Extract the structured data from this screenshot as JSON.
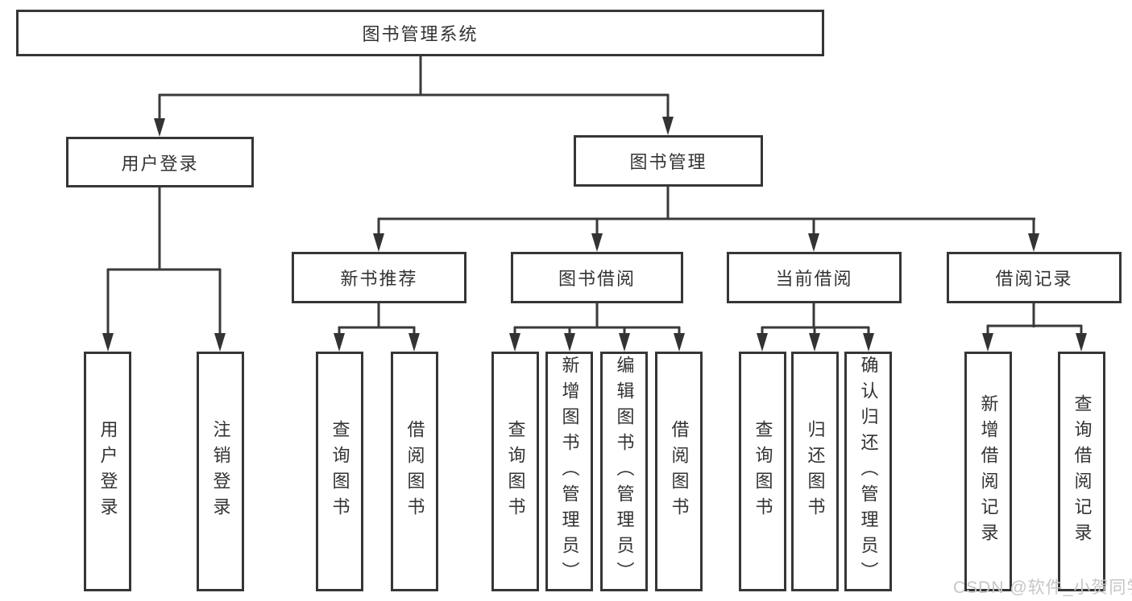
{
  "title": "图书管理系统",
  "level2": {
    "user_login": "用户登录",
    "book_management": "图书管理"
  },
  "level3": {
    "new_book_recommend": "新书推荐",
    "book_borrowing": "图书借阅",
    "current_borrowing": "当前借阅",
    "borrowing_records": "借阅记录"
  },
  "leaves": {
    "user_login": "用户登录",
    "logout": "注销登录",
    "recommend_query_book": "查询图书",
    "recommend_borrow_book": "借阅图书",
    "borrowing_query_book": "查询图书",
    "borrowing_add_book": "新增图书（管理员）",
    "borrowing_edit_book": "编辑图书（管理员）",
    "borrowing_borrow_book": "借阅图书",
    "current_query_book": "查询图书",
    "current_return_book": "归还图书",
    "current_confirm_return": "确认归还（管理员）",
    "records_add_record": "新增借阅记录",
    "records_query_record": "查询借阅记录"
  },
  "watermark": "CSDN @软件_小贺同学",
  "colors": {
    "line": "#3a3a3a",
    "box_border": "#363636",
    "text": "#333333",
    "watermark": "#c6c6c6",
    "background": "#ffffff"
  }
}
